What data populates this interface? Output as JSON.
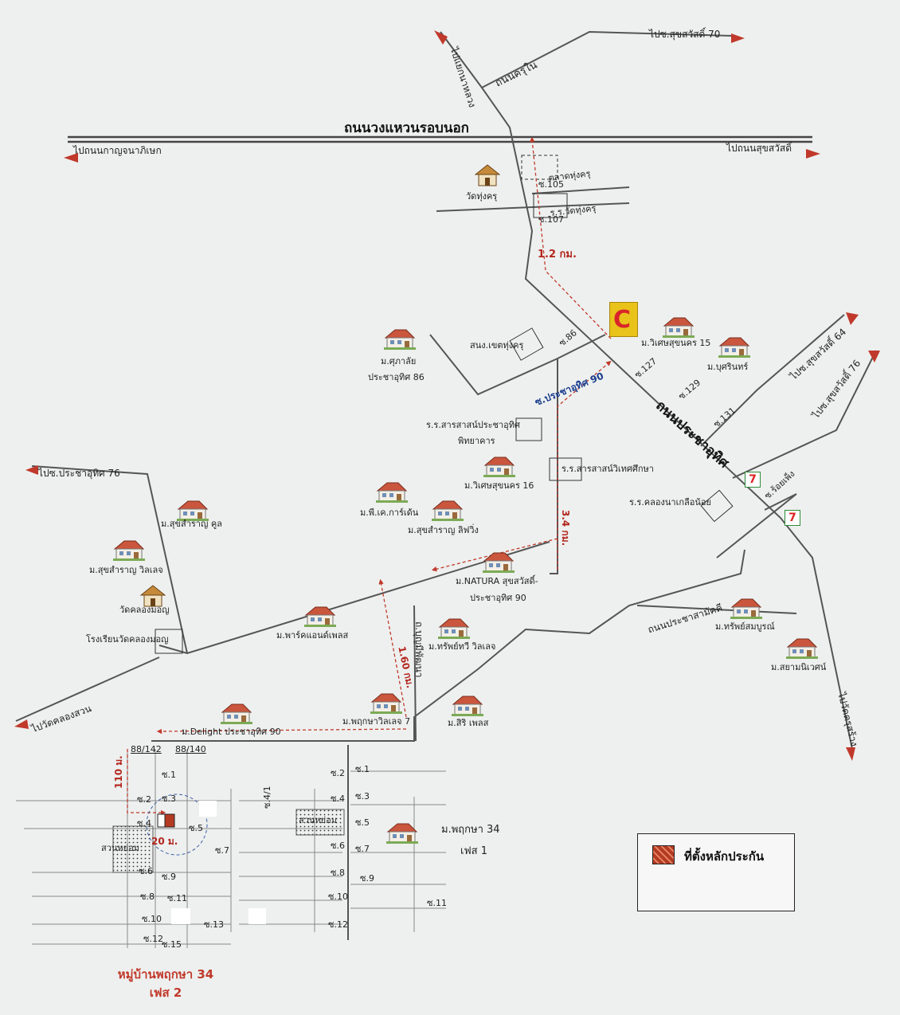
{
  "roads": {
    "outer_ring": "ถนนวงแหวนรอบนอก",
    "prachauthit": "ถนนประชาอุทิศ",
    "khru_nai": "ถนนครุใน",
    "prachasamakkhi": "ถนนประชาสามัคคี",
    "soi_prachauthit_90": "ซ.ประชาอุทิศ 90",
    "bunmi_phatthana": "ถ.บุญมีพัฒนา"
  },
  "directions": {
    "to_kanchanaphisek": "ไปถนนกาญจนาภิเษก",
    "to_suksawat": "ไปถนนสุขสวัสดิ์",
    "to_naeng_kanchana": "ไปแยกนาหลวง",
    "to_suksawat_70": "ไปซ.สุขสวัสดิ์ 70",
    "to_suksawat_64": "ไปซ.สุขสวัสดิ์ 64",
    "to_suksawat_76": "ไปซ.สุขสวัสดิ์ 76",
    "to_prachauthit_76": "ไปซ.ประชาอุทิศ 76",
    "to_wat_khlong_suan": "ไปวัดคลองสวน",
    "to_wat_khu_sang": "ไปวัดครุสร้าง"
  },
  "places": {
    "talat_thung_khru": "ตลาดทุ่งครุ",
    "wat_thung_khru": "วัดทุ่งครุ",
    "school_wat_thung_khru": "ร.ร.วัดทุ่งครุ",
    "district_office": "สนง.เขตทุ่งครุ",
    "sarasas_prachauthit": "ร.ร.สารสาสน์ประชาอุทิศ",
    "sarasas_prachauthit_2": "พิทยาคาร",
    "sarasas_wiset": "ร.ร.สารสาสน์วิเทศศึกษา",
    "khlong_na_kluea": "ร.ร.คลองนาเกลือน้อย",
    "wat_khlong_mon": "วัดคลองมอญ",
    "school_khlong_mon": "โรงเรียนวัดคลองมอญ",
    "soi_roi_phueng": "ซ.ร้อยเพ็ง",
    "park": "สวนหย่อม"
  },
  "villages": {
    "supalai": "ม.ศุภาลัย",
    "supalai_2": "ประชาอุทิศ 86",
    "wiset_15": "ม.วิเศษสุขนคร 15",
    "bussarin": "ม.บุศรินทร์",
    "wiset_16": "ม.วิเศษสุขนคร 16",
    "pk_garden": "ม.พี.เค.การ์เด้น",
    "sukhsamran_living": "ม.สุขสำราญ ลิฟวิ่ง",
    "sukhsamran_cool": "ม.สุขสำราญ คูล",
    "sukhsamran_village": "ม.สุขสำราญ วิลเลจ",
    "natura": "ม.NATURA สุขสวัสดิ์-",
    "natura_2": "ประชาอุทิศ 90",
    "park_and_place": "ม.พาร์คแอนด์เพลส",
    "sap_thawi": "ม.ทรัพย์ทวี วิลเลจ",
    "sap_sombun": "ม.ทรัพย์สมบูรณ์",
    "siam_niwet": "ม.สยามนิเวศน์",
    "pruksa_village_7": "ม.พฤกษาวิลเลจ 7",
    "siri_place": "ม.สิริ เพลส",
    "delight": "ม.Delight ประชาอุทิศ 90",
    "pruksa_34": "ม.พฤกษา 34",
    "phase_1": "เฟส 1"
  },
  "sois": {
    "s105": "ซ.105",
    "s107": "ซ.107",
    "s86": "ซ.86",
    "s127": "ซ.127",
    "s129": "ซ.129",
    "s131": "ซ.131"
  },
  "distances": {
    "d1": "1.2 กม.",
    "d2": "3.4 กม.",
    "d3": "1.60 กม.",
    "d4": "110 ม.",
    "d5": "20 ม."
  },
  "plots": {
    "p1": "88/142",
    "p2": "88/140"
  },
  "subdivision_sois": {
    "left": [
      "ซ.1",
      "ซ.2",
      "ซ.3",
      "ซ.4",
      "ซ.5",
      "ซ.6",
      "ซ.7",
      "ซ.8",
      "ซ.9",
      "ซ.10",
      "ซ.11",
      "ซ.12",
      "ซ.13",
      "ซ.15"
    ],
    "right": [
      "ซ.1",
      "ซ.2",
      "ซ.3",
      "ซ.4",
      "ซ.5",
      "ซ.6",
      "ซ.7",
      "ซ.8",
      "ซ.9",
      "ซ.10",
      "ซ.11",
      "ซ.12"
    ],
    "mid": "ซ.4/1"
  },
  "legend": {
    "label": "ที่ตั้งหลักประกัน"
  },
  "footer": {
    "line1": "หมู่บ้านพฤกษา 34",
    "line2": "เฟส 2"
  },
  "icons": {
    "seven_eleven": "7",
    "bigc": "C"
  },
  "colors": {
    "route": "#c0392b",
    "road": "#555555",
    "collateral": "#b53a22"
  }
}
